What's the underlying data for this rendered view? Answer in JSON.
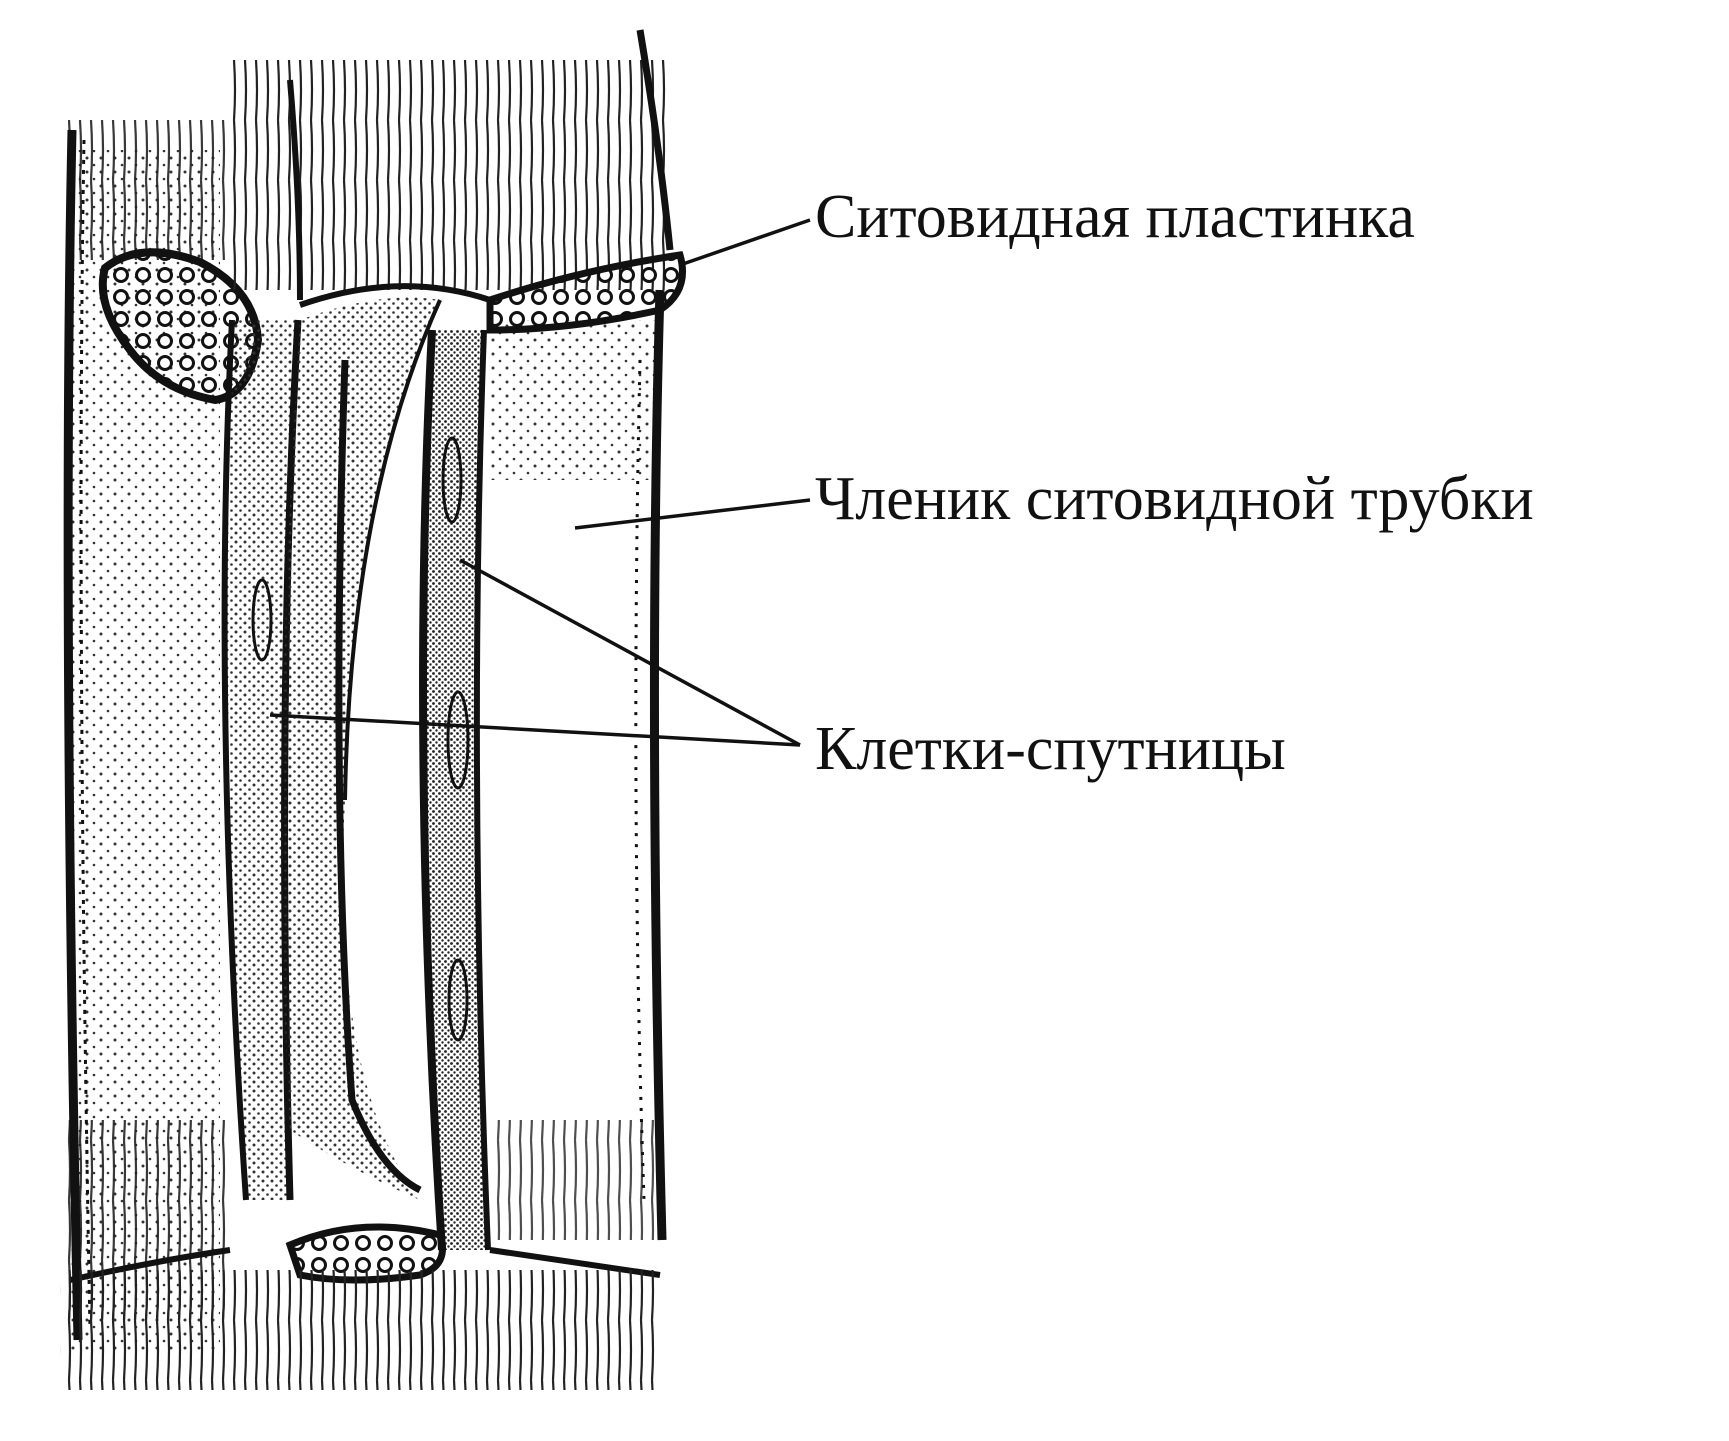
{
  "labels": {
    "sieve_plate": "Ситовидная пластинка",
    "sieve_tube_member": "Членик ситовидной трубки",
    "companion_cells": "Клетки-спутницы"
  },
  "colors": {
    "ink": "#111111",
    "stipple": "#333333",
    "background": "#ffffff"
  }
}
